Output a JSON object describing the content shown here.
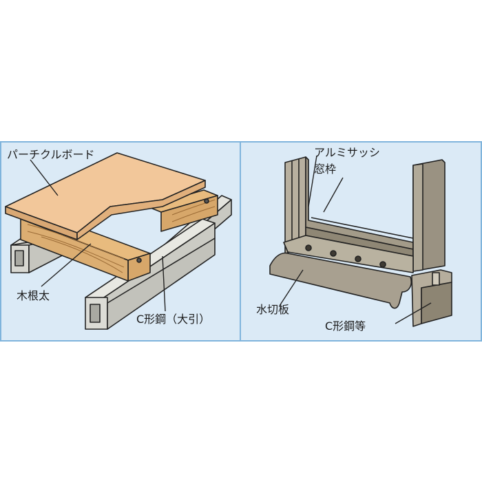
{
  "left_panel": {
    "labels": {
      "particle_board": "パーチクルボード",
      "wood_joist": "木根太",
      "c_steel_beam": "C形鋼（大引）"
    }
  },
  "right_panel": {
    "labels": {
      "aluminum_sash": "アルミサッシ",
      "window_frame": "窓枠",
      "drip_plate": "水切板",
      "c_steel_etc": "C形鋼等"
    }
  },
  "colors": {
    "background": "#dbeaf6",
    "border": "#7fb4dc",
    "board": "#f2c79a",
    "wood": "#e3b477",
    "steel": "#d2d2cc",
    "sash": "#a09886"
  }
}
